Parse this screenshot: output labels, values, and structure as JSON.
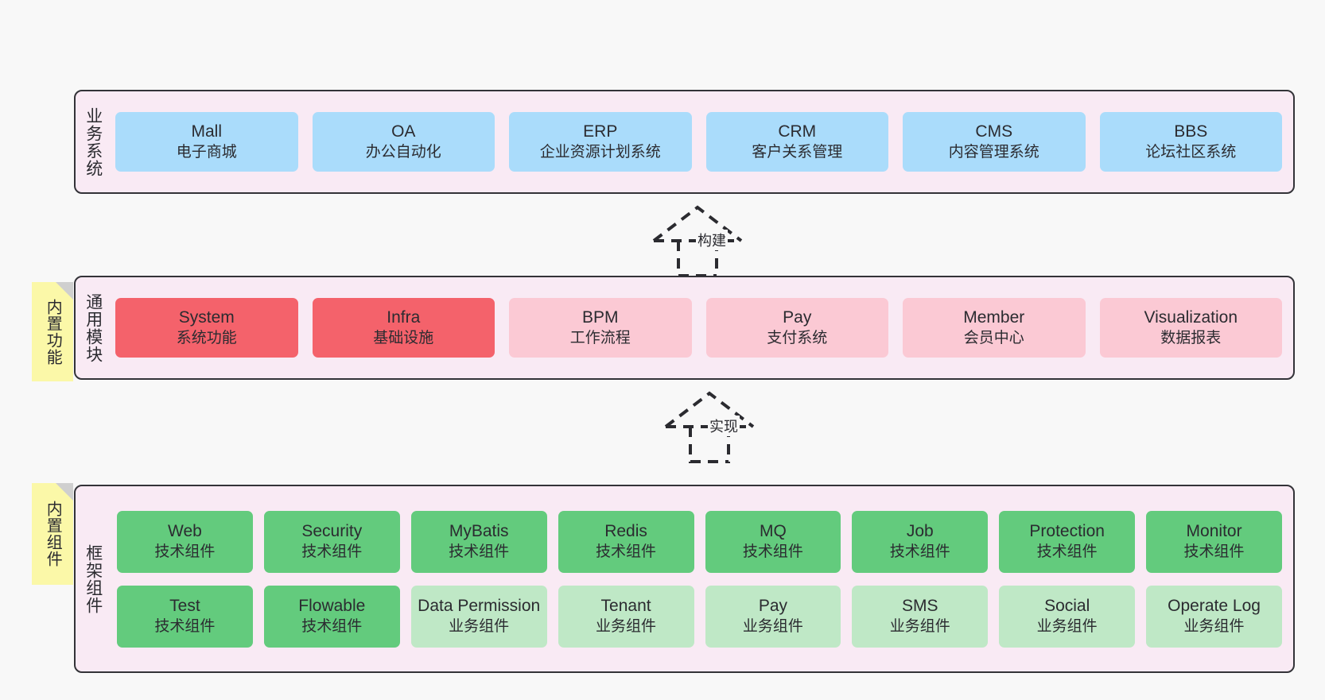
{
  "diagram": {
    "background_color": "#f8f8f8",
    "layer_fill": "#f9eaf4",
    "layer_border": "#333338",
    "note_color": "#fbf8a8"
  },
  "layers": [
    {
      "id": "business-systems",
      "title": "业务系统",
      "note": null,
      "rows": [
        {
          "cells": [
            {
              "en": "Mall",
              "cn": "电子商城",
              "color": "#aadcfb",
              "style": "c-blue"
            },
            {
              "en": "OA",
              "cn": "办公自动化",
              "color": "#aadcfb",
              "style": "c-blue"
            },
            {
              "en": "ERP",
              "cn": "企业资源计划系统",
              "color": "#aadcfb",
              "style": "c-blue"
            },
            {
              "en": "CRM",
              "cn": "客户关系管理",
              "color": "#aadcfb",
              "style": "c-blue"
            },
            {
              "en": "CMS",
              "cn": "内容管理系统",
              "color": "#aadcfb",
              "style": "c-blue"
            },
            {
              "en": "BBS",
              "cn": "论坛社区系统",
              "color": "#aadcfb",
              "style": "c-blue"
            }
          ]
        }
      ]
    },
    {
      "id": "common-modules",
      "title": "通用模块",
      "note": "内置功能",
      "rows": [
        {
          "cells": [
            {
              "en": "System",
              "cn": "系统功能",
              "color": "#f4626b",
              "style": "c-red"
            },
            {
              "en": "Infra",
              "cn": "基础设施",
              "color": "#f4626b",
              "style": "c-red"
            },
            {
              "en": "BPM",
              "cn": "工作流程",
              "color": "#fbc9d4",
              "style": "c-pink"
            },
            {
              "en": "Pay",
              "cn": "支付系统",
              "color": "#fbc9d4",
              "style": "c-pink"
            },
            {
              "en": "Member",
              "cn": "会员中心",
              "color": "#fbc9d4",
              "style": "c-pink"
            },
            {
              "en": "Visualization",
              "cn": "数据报表",
              "color": "#fbc9d4",
              "style": "c-pink"
            }
          ]
        }
      ]
    },
    {
      "id": "framework-components",
      "title": "框架组件",
      "note": "内置组件",
      "rows": [
        {
          "cells": [
            {
              "en": "Web",
              "cn": "技术组件",
              "color": "#63cb7d",
              "style": "c-green"
            },
            {
              "en": "Security",
              "cn": "技术组件",
              "color": "#63cb7d",
              "style": "c-green"
            },
            {
              "en": "MyBatis",
              "cn": "技术组件",
              "color": "#63cb7d",
              "style": "c-green"
            },
            {
              "en": "Redis",
              "cn": "技术组件",
              "color": "#63cb7d",
              "style": "c-green"
            },
            {
              "en": "MQ",
              "cn": "技术组件",
              "color": "#63cb7d",
              "style": "c-green"
            },
            {
              "en": "Job",
              "cn": "技术组件",
              "color": "#63cb7d",
              "style": "c-green"
            },
            {
              "en": "Protection",
              "cn": "技术组件",
              "color": "#63cb7d",
              "style": "c-green"
            },
            {
              "en": "Monitor",
              "cn": "技术组件",
              "color": "#63cb7d",
              "style": "c-green"
            }
          ]
        },
        {
          "cells": [
            {
              "en": "Test",
              "cn": "技术组件",
              "color": "#63cb7d",
              "style": "c-green"
            },
            {
              "en": "Flowable",
              "cn": "技术组件",
              "color": "#63cb7d",
              "style": "c-green"
            },
            {
              "en": "Data Permission",
              "cn": "业务组件",
              "color": "#bfe8c6",
              "style": "c-lightgreen"
            },
            {
              "en": "Tenant",
              "cn": "业务组件",
              "color": "#bfe8c6",
              "style": "c-lightgreen"
            },
            {
              "en": "Pay",
              "cn": "业务组件",
              "color": "#bfe8c6",
              "style": "c-lightgreen"
            },
            {
              "en": "SMS",
              "cn": "业务组件",
              "color": "#bfe8c6",
              "style": "c-lightgreen"
            },
            {
              "en": "Social",
              "cn": "业务组件",
              "color": "#bfe8c6",
              "style": "c-lightgreen"
            },
            {
              "en": "Operate Log",
              "cn": "业务组件",
              "color": "#bfe8c6",
              "style": "c-lightgreen"
            }
          ]
        }
      ]
    }
  ],
  "connectors": [
    {
      "id": "build",
      "label": "构建",
      "from": "common-modules",
      "to": "business-systems"
    },
    {
      "id": "implement",
      "label": "实现",
      "from": "framework-components",
      "to": "common-modules"
    }
  ]
}
